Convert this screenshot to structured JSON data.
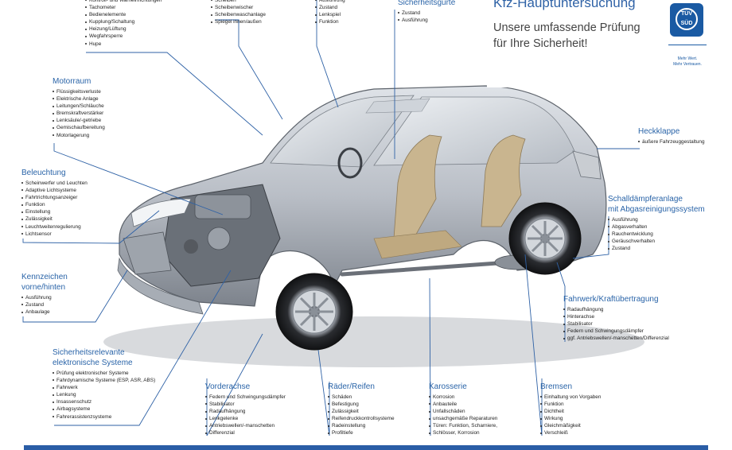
{
  "header": {
    "headline": "Kfz-Hauptuntersuchung",
    "sub_line1": "Unsere umfassende Prüfung",
    "sub_line2": "für Ihre Sicherheit!",
    "logo": {
      "top": "TÜV",
      "bottom": "SÜD",
      "slogan_line1": "Mehr Wert.",
      "slogan_line2": "Mehr Vertrauen."
    }
  },
  "colors": {
    "accent": "#2a64a8",
    "text": "#222222",
    "bar": "#2a5da6"
  },
  "groups": {
    "top_left": {
      "title": "",
      "items": [
        "Kontroll- und Warneinrichtungen",
        "Tachometer",
        "Bedienelemente",
        "Kupplung/Schaltung",
        "Heizung/Lüftung",
        "Wegfahrsperre",
        "Hupe"
      ]
    },
    "top_mid1": {
      "title": "",
      "items": [
        "Scheiben",
        "Scheibenwischer",
        "Scheibenwaschanlage",
        "Spiegel innen/außen"
      ]
    },
    "top_mid2": {
      "title": "",
      "items": [
        "Ausführung",
        "Zustand",
        "Lenkspiel",
        "Funktion"
      ]
    },
    "sicherheitsgurte": {
      "title": "Sicherheitsgurte",
      "items": [
        "Zustand",
        "Ausführung"
      ]
    },
    "motorraum": {
      "title": "Motorraum",
      "items": [
        "Flüssigkeitsverluste",
        "Elektrische Anlage",
        "Leitungen/Schläuche",
        "Bremskraftverstärker",
        "Lenksäule/-getriebe",
        "Gemischaufbereitung",
        "Motorlagerung"
      ]
    },
    "beleuchtung": {
      "title": "Beleuchtung",
      "items": [
        "Scheinwerfer und Leuchten",
        "Adaptive Lichtsysteme",
        "Fahrtrichtungsanzeiger",
        "Funktion",
        "Einstellung",
        "Zulässigkeit",
        "Leuchtweitenregulierung",
        "Lichtsensor"
      ]
    },
    "kennzeichen": {
      "title1": "Kennzeichen",
      "title2": "vorne/hinten",
      "items": [
        "Ausführung",
        "Zustand",
        "Anbaulage"
      ]
    },
    "sicherheitsrelevant": {
      "title1": "Sicherheitsrelevante",
      "title2": "elektronische Systeme",
      "items": [
        "Prüfung elektronischer Systeme",
        "Fahrdynamische Systeme (ESP, ASR, ABS)",
        "Fahrwerk",
        "Lenkung",
        "Insassenschutz",
        "Airbagsysteme",
        "Fahrerassistenzsysteme"
      ]
    },
    "vorderachse": {
      "title": "Vorderachse",
      "items": [
        "Federn und Schwingungsdämpfer",
        "Stabilisator",
        "Radaufhängung",
        "Lenkgelenke",
        "Antriebswellen/-manschetten",
        "Differenzial"
      ]
    },
    "raeder": {
      "title": "Räder/Reifen",
      "items": [
        "Schäden",
        "Befestigung",
        "Zulässigkeit",
        "Reifendruckkontrollsysteme",
        "Radeinstellung",
        "Profiltiefe"
      ]
    },
    "karosserie": {
      "title": "Karosserie",
      "items": [
        "Korrosion",
        "Anbauteile",
        "Unfallschäden",
        "unsachgemäße Reparaturen",
        "Türen: Funktion, Scharniere,",
        "Schlösser, Korrosion"
      ]
    },
    "bremsen": {
      "title": "Bremsen",
      "items": [
        "Einhaltung von Vorgaben",
        "Funktion",
        "Dichtheit",
        "Wirkung",
        "Gleichmäßigkeit",
        "Verschleiß"
      ]
    },
    "heckklappe": {
      "title": "Heckklappe",
      "items": [
        "äußere Fahrzeuggestaltung"
      ]
    },
    "schalldaempfer": {
      "title1": "Schalldämpferanlage",
      "title2": "mit Abgasreinigungssystem",
      "items": [
        "Ausführung",
        "Abgasverhalten",
        "Rauchentwicklung",
        "Geräuschverhalten",
        "Zustand"
      ]
    },
    "fahrwerk": {
      "title": "Fahrwerk/Kraftübertragung",
      "items": [
        "Radaufhängung",
        "Hinterachse",
        "Stabilisator",
        "Federn und Schwingungsdämpfer",
        "ggf. Antriebswellen/-manschetten/Differenzial"
      ]
    }
  }
}
